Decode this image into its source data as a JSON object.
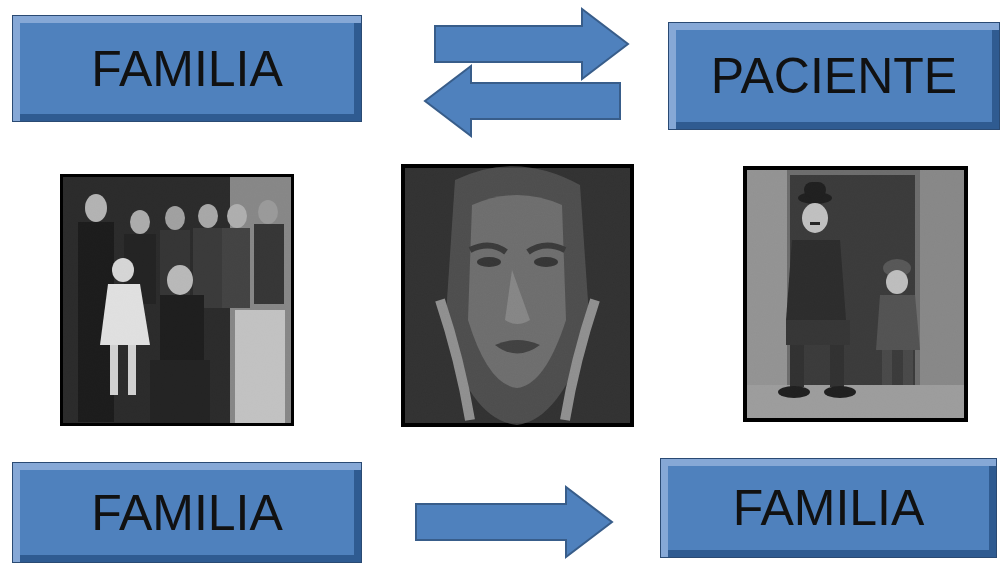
{
  "diagram": {
    "nodes": [
      {
        "text": [
          "FAMILIA"
        ]
      },
      {
        "text": [
          "PACIENTE"
        ]
      },
      {
        "text": [
          "FAMILIA"
        ]
      },
      {
        "text": [
          "FAMILIA"
        ]
      }
    ],
    "edges": [
      {
        "from": 0,
        "to": 1,
        "arrow": "to"
      },
      {
        "from": 1,
        "to": 0,
        "arrow": "to"
      },
      {
        "from": 2,
        "to": 3,
        "arrow": "to"
      }
    ]
  }
}
